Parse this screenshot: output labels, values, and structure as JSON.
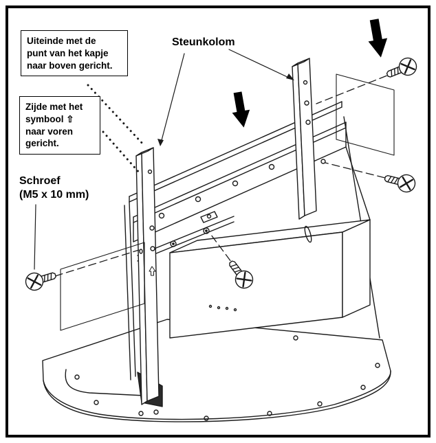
{
  "labels": {
    "cap_note_lines": [
      "Uiteinde met de",
      "punt van het kapje",
      "naar boven gericht."
    ],
    "column_label": "Steunkolom",
    "symbol_note_lines": [
      "Zijde met het",
      "symbool ⇧",
      "naar voren",
      "gericht."
    ],
    "screw_label_lines": [
      "Schroef",
      "(M5 x 10 mm)"
    ]
  },
  "colors": {
    "line": "#1a1a1a",
    "background": "#ffffff",
    "arrow_fill": "#000000"
  }
}
